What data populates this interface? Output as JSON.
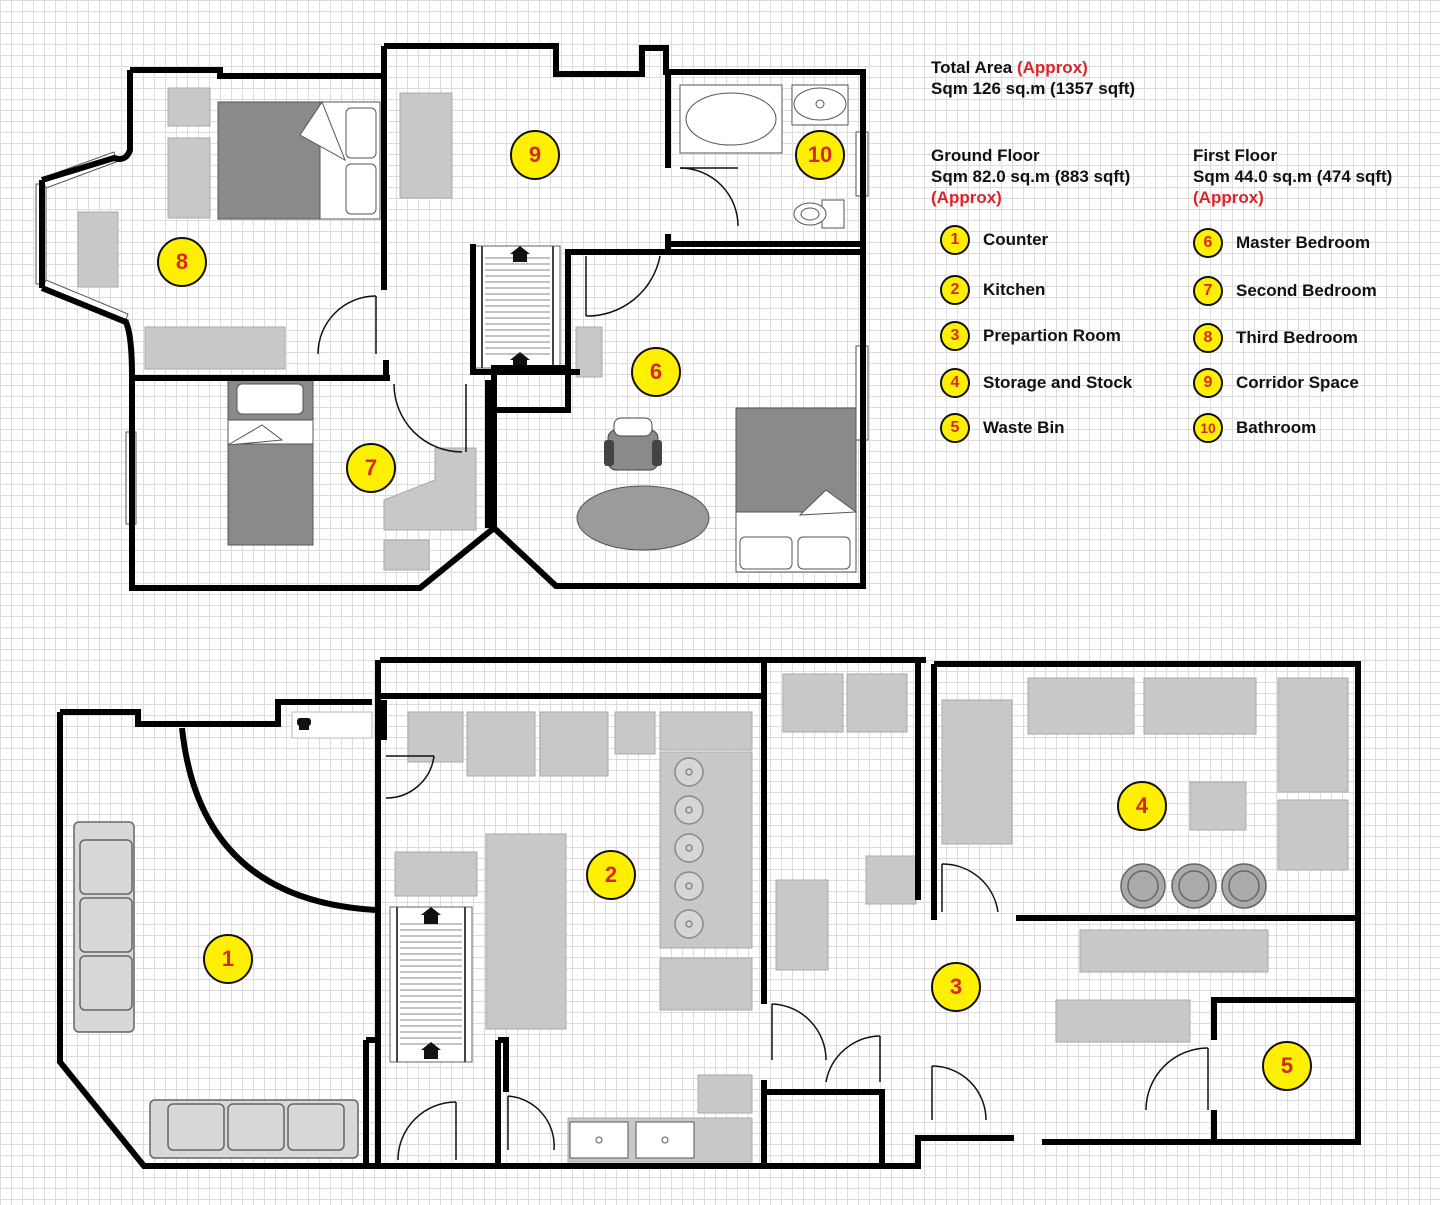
{
  "summary": {
    "total_label": "Total Area",
    "approx_label": "(Approx)",
    "total_sqm": "Sqm 126 sq.m (1357 sqft)"
  },
  "ground_floor": {
    "title": "Ground Floor",
    "sqm": "Sqm 82.0 sq.m (883 sqft)",
    "approx": "(Approx)",
    "rooms": [
      {
        "num": "1",
        "name": "Counter"
      },
      {
        "num": "2",
        "name": "Kitchen"
      },
      {
        "num": "3",
        "name": "Prepartion Room"
      },
      {
        "num": "4",
        "name": "Storage and Stock"
      },
      {
        "num": "5",
        "name": "Waste Bin"
      }
    ]
  },
  "first_floor": {
    "title": "First Floor",
    "sqm": "Sqm 44.0 sq.m (474 sqft)",
    "approx": "(Approx)",
    "rooms": [
      {
        "num": "6",
        "name": "Master Bedroom"
      },
      {
        "num": "7",
        "name": "Second Bedroom"
      },
      {
        "num": "8",
        "name": "Third Bedroom"
      },
      {
        "num": "9",
        "name": "Corridor Space"
      },
      {
        "num": "10",
        "name": "Bathroom"
      }
    ]
  },
  "colors": {
    "wall": "#000000",
    "furniture": "#c8c8c8",
    "badge_fill": "#ffef00",
    "badge_text": "#d9262b",
    "approx_text": "#d9262b"
  },
  "icons": {
    "phone": "telephone-icon",
    "stairs_arrow": "stair-arrow-icon"
  }
}
